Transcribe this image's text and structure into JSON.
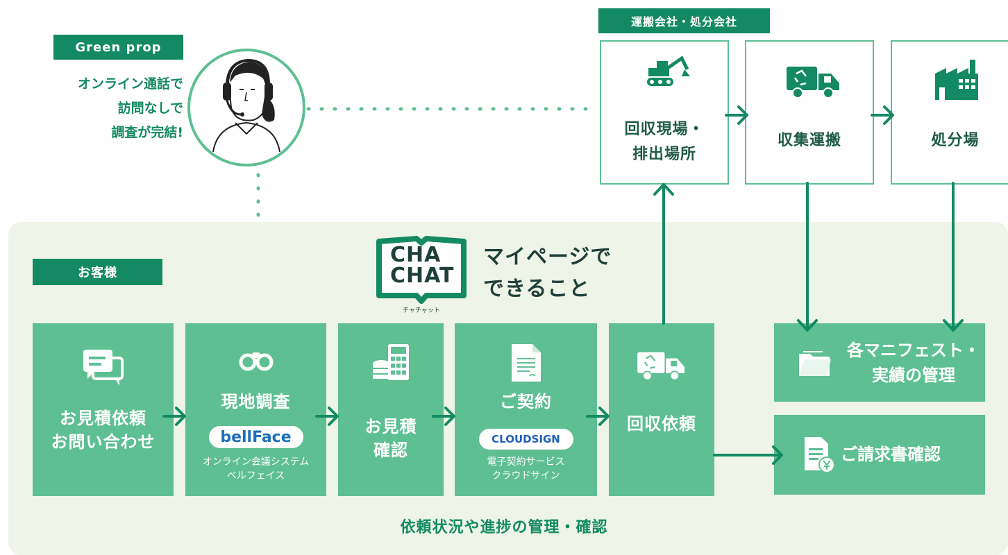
{
  "green_prop": {
    "tag": "Green prop",
    "lines": [
      "オンライン通話で",
      "訪問なしで",
      "調査が完結!"
    ]
  },
  "companies": {
    "tag": "運搬会社・処分会社",
    "boxes": [
      {
        "lines": [
          "回収現場・",
          "排出場所"
        ],
        "icon": "excavator-icon"
      },
      {
        "lines": [
          "収集運搬"
        ],
        "icon": "recycle-truck-icon"
      },
      {
        "lines": [
          "処分場"
        ],
        "icon": "factory-icon"
      }
    ]
  },
  "customer": {
    "tag": "お客様"
  },
  "mypage": {
    "logo_line1": "CHA",
    "logo_line2": "CHAT",
    "logo_kana": "チャチャット",
    "heading_line1": "マイページで",
    "heading_line2": "できること"
  },
  "steps": [
    {
      "lines": [
        "お見積依頼",
        "お問い合わせ"
      ],
      "icon": "chat-icon"
    },
    {
      "lines": [
        "現地調査"
      ],
      "icon": "binoculars-icon",
      "logo": "bellFace",
      "sub": [
        "オンライン会議システム",
        "ベルフェイス"
      ]
    },
    {
      "lines": [
        "お見積",
        "確認"
      ],
      "icon": "calculator-icon"
    },
    {
      "lines": [
        "ご契約"
      ],
      "icon": "document-icon",
      "logo": "CLOUDSIGN",
      "sub": [
        "電子契約サービス",
        "クラウドサイン"
      ]
    },
    {
      "lines": [
        "回収依頼"
      ],
      "icon": "recycle-truck-icon"
    }
  ],
  "results": [
    {
      "lines": [
        "各マニフェスト・",
        "実績の管理"
      ],
      "icon": "folder-icon"
    },
    {
      "lines": [
        "ご請求書確認"
      ],
      "icon": "invoice-yen-icon"
    }
  ],
  "footer": "依頼状況や進捗の管理・確認",
  "colors": {
    "accent": "#138a63",
    "card": "#5dbf92",
    "panel": "#eef4e7",
    "text": "#1f5a45"
  }
}
